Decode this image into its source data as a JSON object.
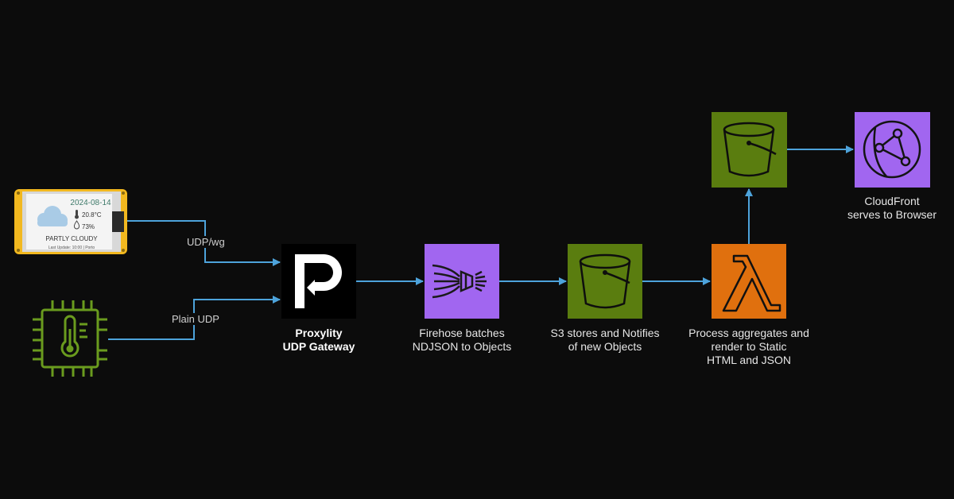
{
  "device": {
    "date": "2024-08-14",
    "temperature": "20.8°C",
    "humidity": "73%",
    "condition": "PARTLY CLOUDY",
    "footer": "Last Update: 10:00 | Porto"
  },
  "edges": {
    "udp_wg": "UDP/wg",
    "plain_udp": "Plain UDP"
  },
  "nodes": {
    "gateway": {
      "line1": "Proxylity",
      "line2": "UDP Gateway"
    },
    "firehose": {
      "line1": "Firehose batches",
      "line2": "NDJSON to Objects"
    },
    "s3": {
      "line1": "S3 stores and Notifies",
      "line2": "of new Objects"
    },
    "lambda": {
      "line1": "Process aggregates and",
      "line2": "render to Static",
      "line3": "HTML and JSON"
    },
    "cloudfront": {
      "line1": "CloudFront",
      "line2": "serves to Browser"
    }
  },
  "colors": {
    "arrow": "#4da3db",
    "s3_green": "#5a7d0f",
    "firehose_purple": "#a166f0",
    "lambda_orange": "#e0700e",
    "cloudfront_purple": "#a166f0",
    "sensor_green": "#6a9b1e",
    "device_yellow": "#f2b81f"
  },
  "icons": {
    "gateway": "proxylity-logo-icon",
    "firehose": "firehose-icon",
    "s3": "bucket-icon",
    "lambda": "lambda-icon",
    "cloudfront": "cloudfront-globe-icon",
    "sensor": "chip-thermometer-icon",
    "device": "e-paper-display-icon"
  }
}
